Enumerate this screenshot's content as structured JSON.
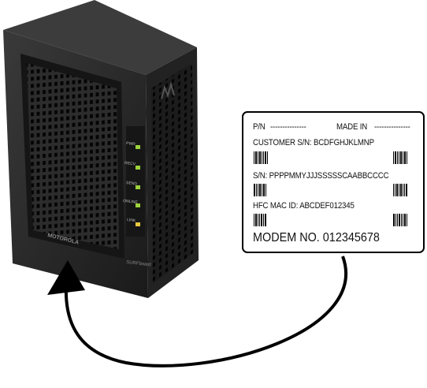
{
  "modem": {
    "brand": "MOTOROLA",
    "model": "SURFboard",
    "led_labels": [
      "PWR",
      "RECV",
      "SEND",
      "ONLINE",
      "LINK"
    ]
  },
  "label": {
    "pn": "P/N",
    "pn_dashes": "---------------",
    "made_in": "MADE IN",
    "made_in_dashes": "---------------",
    "customer_sn": "CUSTOMER S/N: BCDFGHJKLMNP",
    "sn": "S/N: PPPPMMYJJJSSSSSCAABBCCCC",
    "hfc_mac": "HFC MAC ID: ABCDEF012345",
    "modem_no": "MODEM NO. 012345678"
  },
  "colors": {
    "led_green": "#9cd23a",
    "led_yellow": "#e8c840",
    "body": "#1b1b1b"
  }
}
